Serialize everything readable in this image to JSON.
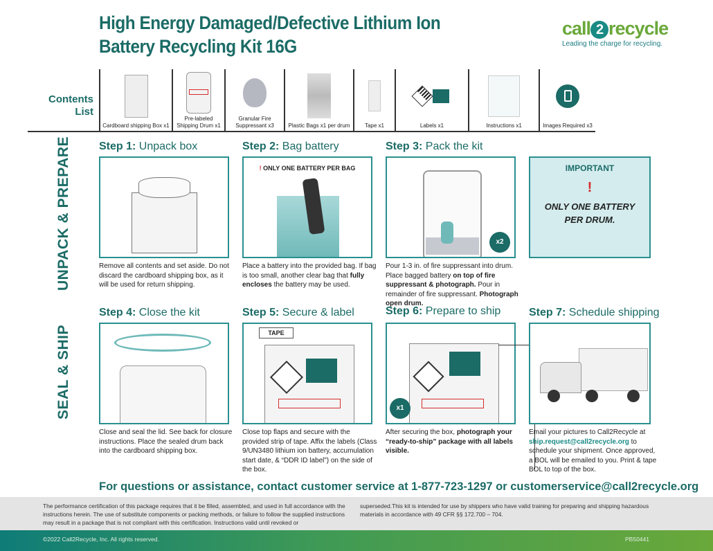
{
  "header": {
    "title_line1": "High Energy Damaged/Defective Lithium Ion",
    "title_line2": "Battery Recycling Kit 16G"
  },
  "logo": {
    "text_before": "call",
    "text_circle": "2",
    "text_after": "recycle",
    "tagline": "Leading the charge for recycling."
  },
  "contents": {
    "label_line1": "Contents",
    "label_line2": "List",
    "items": [
      {
        "label": "Cardboard shipping Box x1",
        "icon": "box-icon"
      },
      {
        "label": "Pre-labeled Shipping Drum x1",
        "icon": "drum-icon"
      },
      {
        "label": "Granular Fire Suppressant x3",
        "icon": "bag-icon"
      },
      {
        "label": "Plastic Bags x1 per drum",
        "icon": "plastic-bag-icon"
      },
      {
        "label": "Tape x1",
        "icon": "tape-icon"
      },
      {
        "label": "Labels x1",
        "icon": "hazard-label-icon"
      },
      {
        "label": "Instructions x1",
        "icon": "instructions-icon"
      },
      {
        "label": "Images Required x3",
        "icon": "phone-camera-icon"
      }
    ]
  },
  "sections": {
    "unpack": "UNPACK & PREPARE",
    "seal": "SEAL & SHIP"
  },
  "steps": [
    {
      "num": "Step 1:",
      "title": "Unpack box",
      "text": "Remove all contents and set aside. Do not discard the cardboard shipping box, as it will be used for return shipping."
    },
    {
      "num": "Step 2:",
      "title": "Bag battery",
      "banner": "ONLY ONE BATTERY PER BAG",
      "text_a": "Place a battery into the provided bag. If bag is too small, another clear bag that ",
      "text_b": "fully encloses",
      "text_c": " the battery may be used."
    },
    {
      "num": "Step 3:",
      "title": "Pack the kit",
      "badge": "x2",
      "text_a": "Pour 1-3 in. of fire suppressant into drum. Place bagged battery ",
      "text_b": "on top of fire suppressant & photograph.",
      "text_c": " Pour in remainder of fire suppressant. ",
      "text_d": "Photograph open drum."
    },
    {
      "num": "Step 4:",
      "title": "Close the kit",
      "text": "Close and seal the lid. See back for closure instructions. Place the sealed drum back into the cardboard shipping box."
    },
    {
      "num": "Step 5:",
      "title": "Secure & label",
      "tape_label": "TAPE",
      "text": "Close top flaps and secure with the provided strip of tape. Affix the labels (Class 9/UN3480 lithium ion battery, accumulation start date, & “DDR ID label”) on the side of the box."
    },
    {
      "num": "Step 6:",
      "title": "Prepare to ship",
      "badge": "x1",
      "text_a": "After securing the box, ",
      "text_b": "photograph your “ready-to-ship” package with all labels visible."
    },
    {
      "num": "Step 7:",
      "title": "Schedule shipping",
      "text_a": "Email your pictures to Call2Recycle at ",
      "email": "ship.request@call2recycle.org",
      "text_b": " to schedule your shipment. Once approved, a BOL will be emailed to you. Print & tape BOL to top of the box."
    }
  ],
  "important": {
    "title": "IMPORTANT",
    "mark": "!",
    "text_line1": "ONLY ONE BATTERY",
    "text_line2": "PER DRUM."
  },
  "contact": "For questions or assistance, contact customer service at 1-877-723-1297 or customerservice@call2recycle.org",
  "disclaimer": {
    "col1": "The performance certification of this package requires that it be filled, assembled, and used in full accordance with the instructions herein. The use of substitute components or packing methods, or failure to follow the supplied instructions may result in a package that is not compliant with this certification. Instructions valid until revoked or",
    "col2": "superseded.This kit is intended for use by shippers who have valid training for preparing and shipping hazardous materials in accordance with 49 CFR §§ 172.700 – 704."
  },
  "footer": {
    "copyright": "©2022 Call2Recycle, Inc. All rights reserved.",
    "code": "PB50441"
  },
  "colors": {
    "brand_teal": "#1b6b66",
    "box_border": "#2a8f8f",
    "brand_green": "#6aa83a",
    "alert_red": "#d62b2b"
  }
}
